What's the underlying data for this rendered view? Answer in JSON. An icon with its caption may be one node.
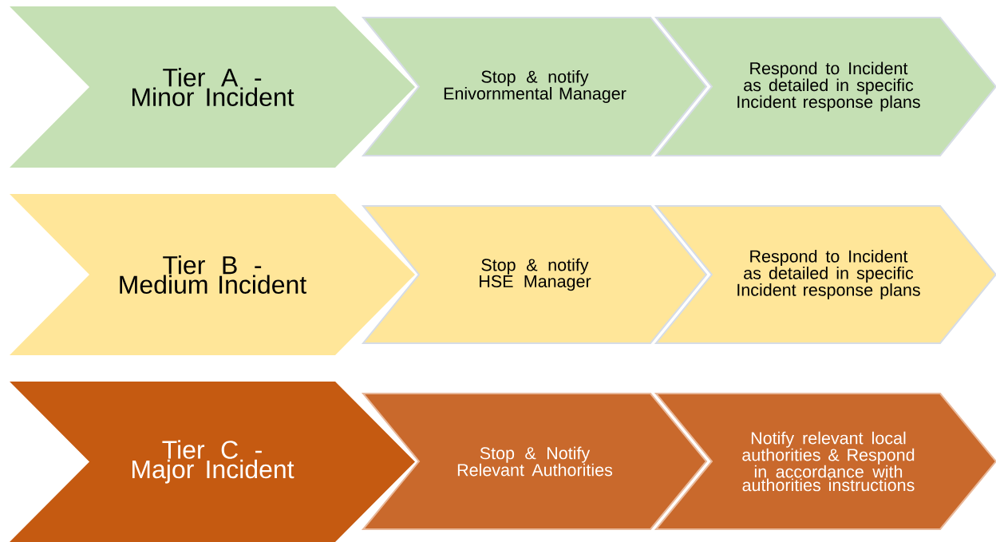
{
  "diagram": {
    "nodes": [
      {
        "text": [
          "Tier A - Minor Incident"
        ]
      },
      {
        "text": [
          "Stop & notify Enivornmental Manager"
        ]
      },
      {
        "text": [
          "Respond to Incident as detailed in specific Incident response plans"
        ]
      },
      {
        "text": [
          "Tier B - Medium Incident"
        ]
      },
      {
        "text": [
          "Stop & notify HSE Manager"
        ]
      },
      {
        "text": [
          "Respond to Incident as detailed in specific Incident response plans"
        ]
      },
      {
        "text": [
          "Tier C - Major Incident"
        ]
      },
      {
        "text": [
          "Stop & Notify Relevant Authorities"
        ]
      },
      {
        "text": [
          "Notify relevant local authorities & Respond in accordance with authorities instructions"
        ]
      }
    ]
  }
}
